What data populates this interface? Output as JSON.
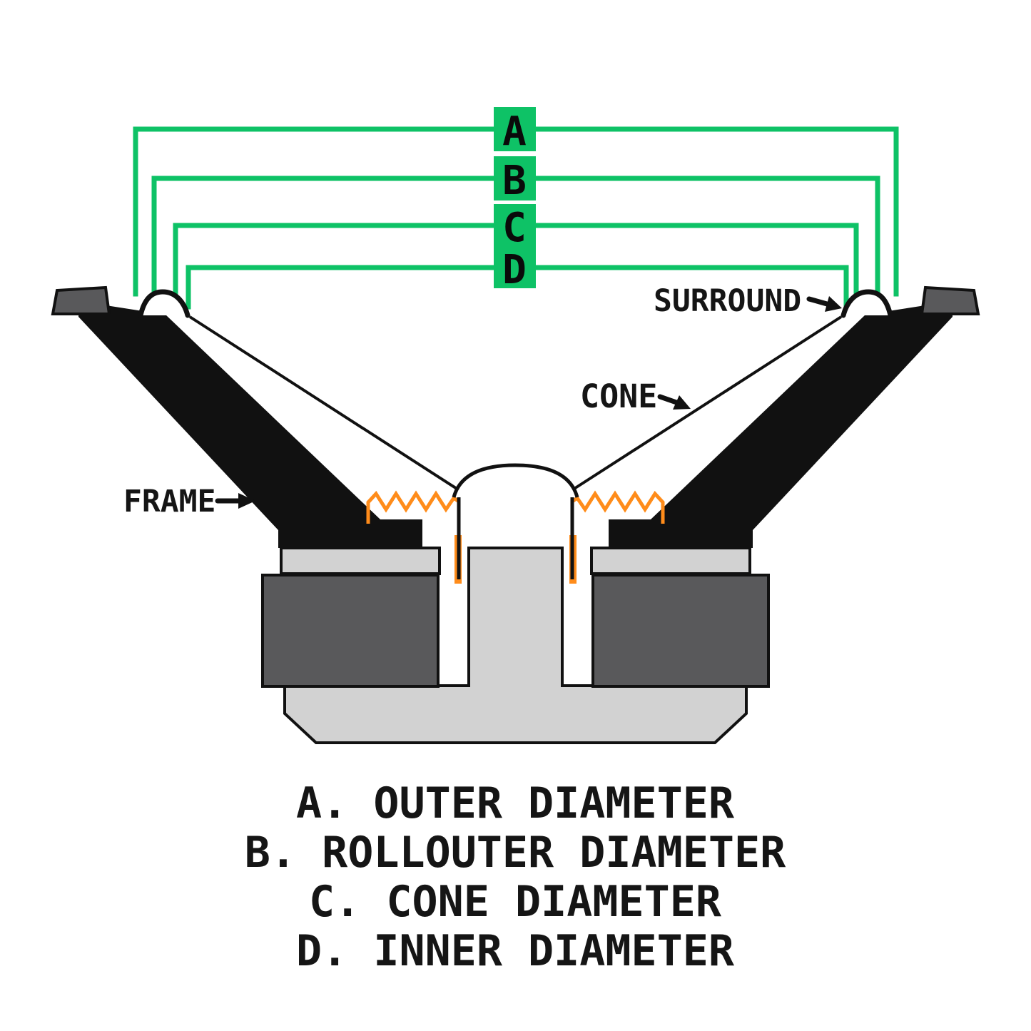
{
  "markers": [
    "A",
    "B",
    "C",
    "D"
  ],
  "labels": {
    "surround": "SURROUND",
    "cone": "CONE",
    "frame": "FRAME"
  },
  "legend": [
    "A. OUTER DIAMETER",
    "B. ROLLOUTER DIAMETER",
    "C. CONE DIAMETER",
    "D. INNER DIAMETER"
  ],
  "colors": {
    "dimension_green": "#0ec266",
    "spider_orange": "#ff8c1a",
    "magnet_dark_gray": "#59595b",
    "plate_light_gray": "#d2d2d2",
    "ink_black": "#111111"
  }
}
